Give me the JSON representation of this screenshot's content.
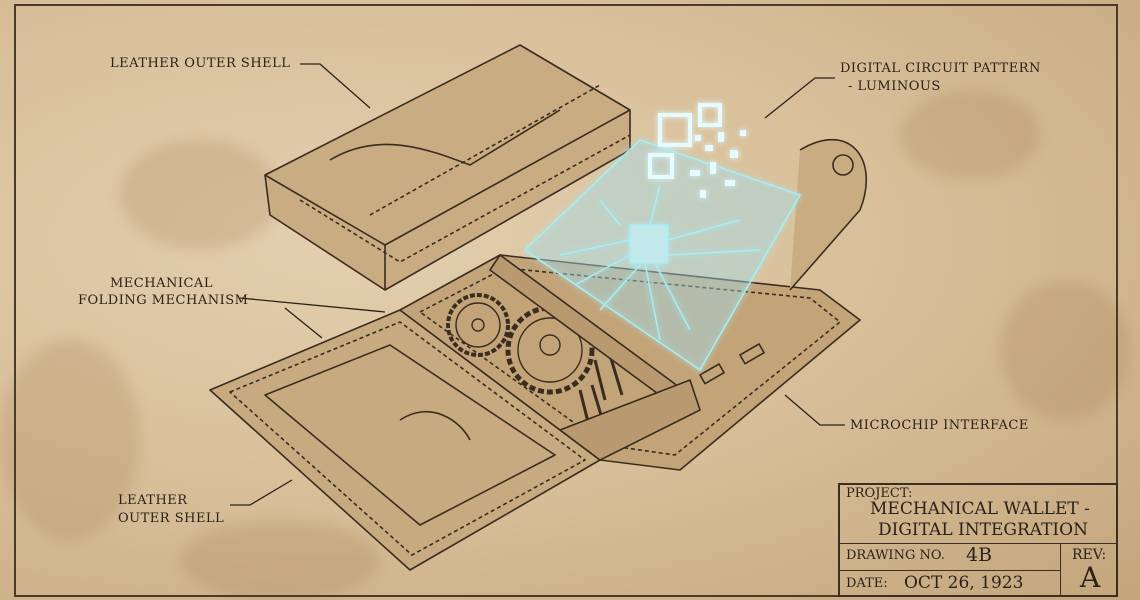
{
  "labels": {
    "top_shell": "LEATHER OUTER SHELL",
    "circuit_line1": "DIGITAL CIRCUIT PATTERN",
    "circuit_line2": "- LUMINOUS",
    "mechanism_line1": "MECHANICAL",
    "mechanism_line2": "FOLDING MECHANISM",
    "microchip": "MICROCHIP INTERFACE",
    "bottom_shell_line1": "LEATHER",
    "bottom_shell_line2": "OUTER SHELL"
  },
  "title_block": {
    "project_label": "PROJECT:",
    "project_line1": "MECHANICAL WALLET -",
    "project_line2": "DIGITAL INTEGRATION",
    "drawing_label": "DRAWING NO.",
    "drawing_value": "4B",
    "rev_label": "REV:",
    "rev_value": "A",
    "date_label": "DATE:",
    "date_value": "OCT 26, 1923"
  },
  "colors": {
    "ink": "#2a2118",
    "glow": "#9fe8f0",
    "paper": "#d9c19c"
  }
}
